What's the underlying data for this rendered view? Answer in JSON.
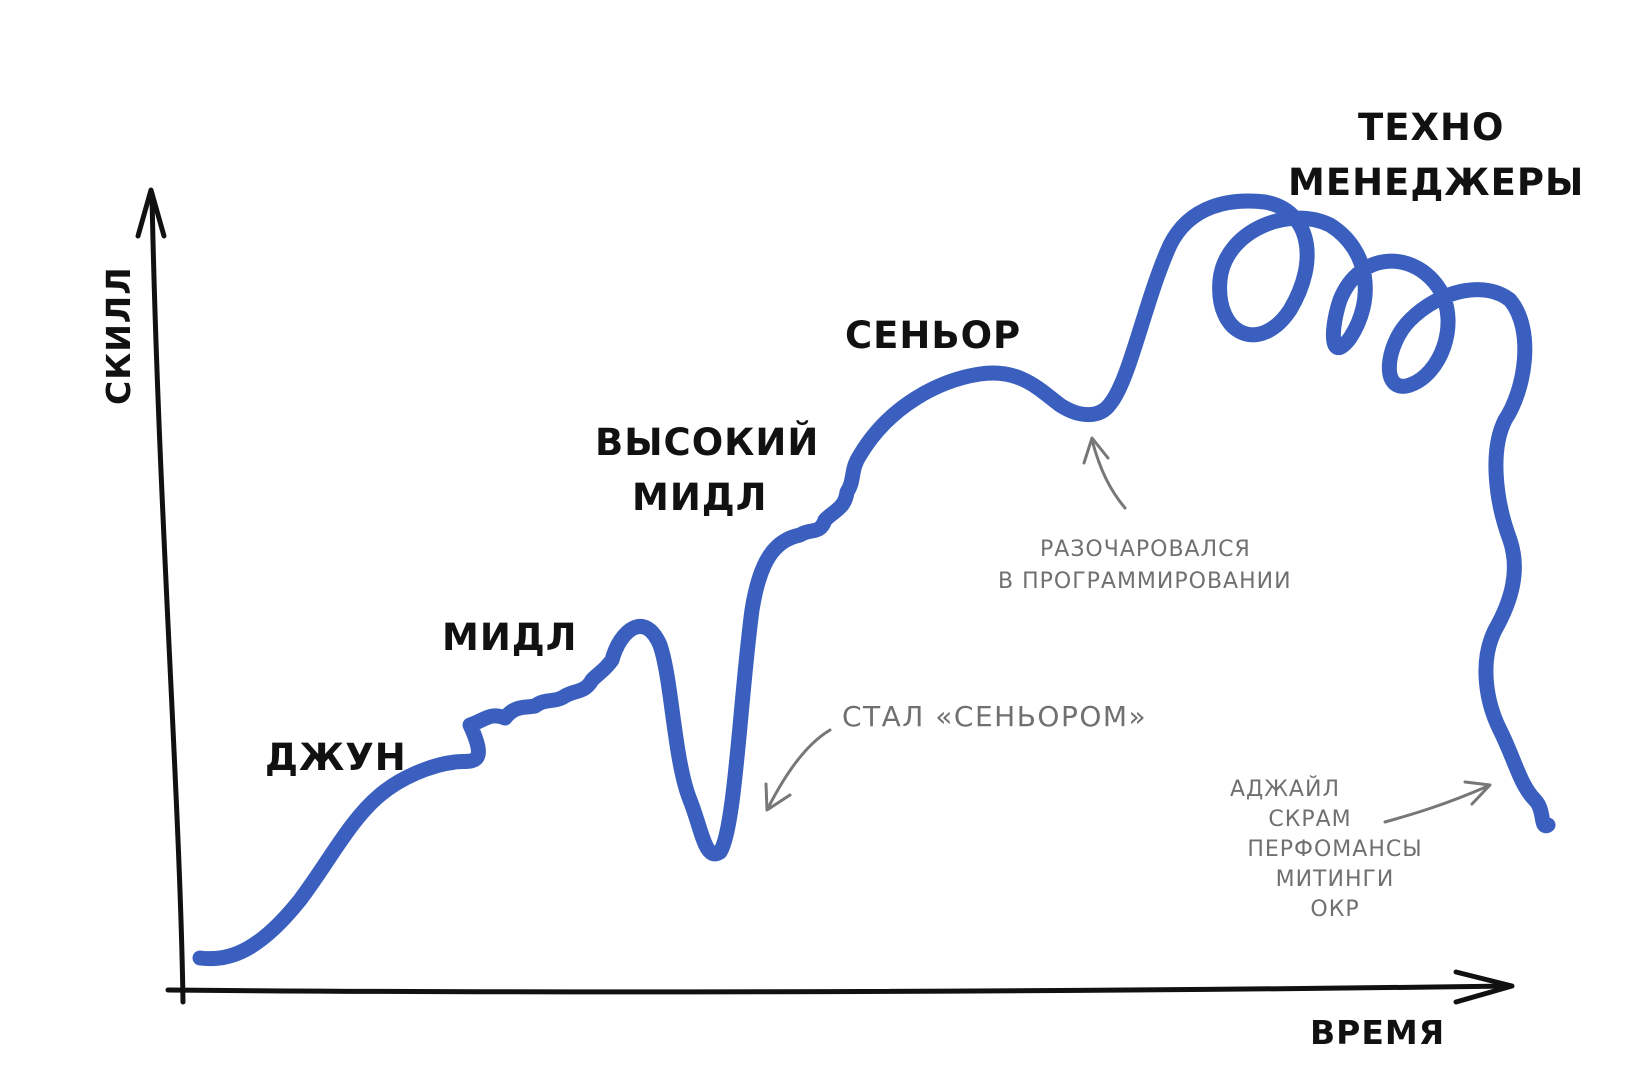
{
  "axes": {
    "y_label": "СКИЛЛ",
    "x_label": "ВРЕМЯ"
  },
  "stages": {
    "junior": "ДЖУН",
    "middle": "МИДЛ",
    "high_middle_line1": "ВЫСОКИЙ",
    "high_middle_line2": "МИДЛ",
    "senior": "СЕНЬОР",
    "techno_managers_line1": "ТЕХНО",
    "techno_managers_line2": "МЕНЕДЖЕРЫ"
  },
  "notes": {
    "became_senior": "СТАЛ «СЕНЬОРОМ»",
    "disappointed_line1": "РАЗОЧАРОВАЛСЯ",
    "disappointed_line2": "В ПРОГРАММИРОВАНИИ",
    "agile_items": [
      "АДЖАЙЛ",
      "СКРАМ",
      "ПЕРФОМАНСЫ",
      "МИТИНГИ",
      "ОКР"
    ]
  },
  "colors": {
    "curve": "#3a5fbe",
    "ink": "#111111",
    "note": "#707070"
  }
}
